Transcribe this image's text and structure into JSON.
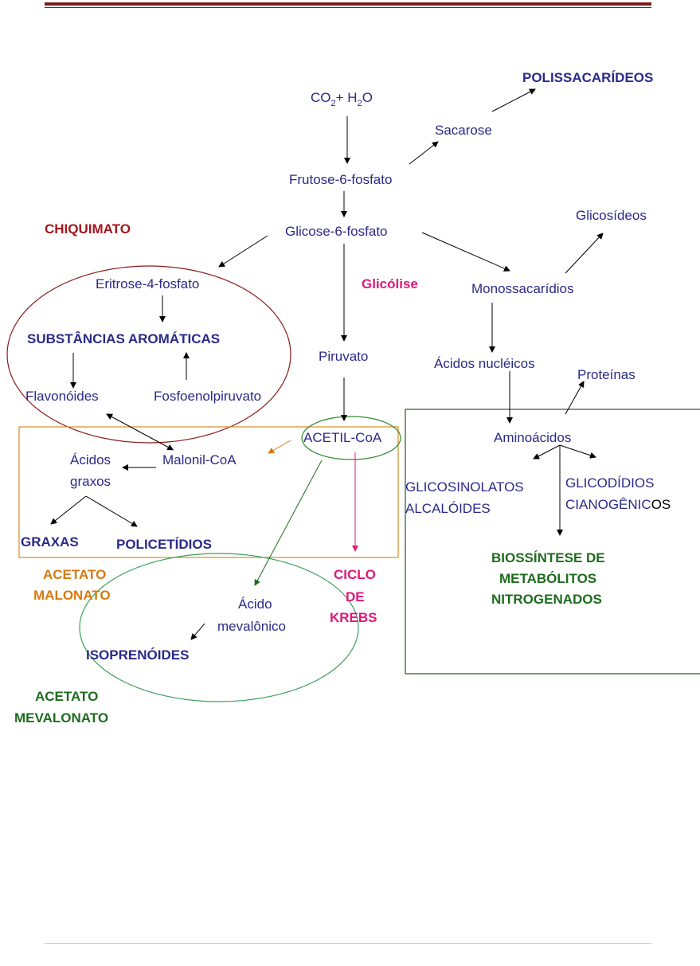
{
  "labels": {
    "co2_prefix": "CO",
    "co2_sub": "2",
    "h2o_mid": "+ H",
    "h2o_sub": "2",
    "h2o_suffix": "O",
    "polissacarideos": "POLISSACARÍDEOS",
    "sacarose": "Sacarose",
    "frutose": "Frutose-6-fosfato",
    "glicose": "Glicose-6-fosfato",
    "glicosideos": "Glicosídeos",
    "chiquimato": "CHIQUIMATO",
    "eritrose": "Eritrose-4-fosfato",
    "glicolise": "Glicólise",
    "monossacaridios": "Monossacarídios",
    "substancias": "SUBSTÂNCIAS AROMÁTICAS",
    "piruvato": "Piruvato",
    "acidos_nucleicos": "Ácidos nucléicos",
    "proteinas": "Proteínas",
    "flavonoides": "Flavonóides",
    "fosfoenol": "Fosfoenolpiruvato",
    "acetil_coa": "ACETIL-CoA",
    "aminoacidos": "Aminoácidos",
    "acidos_line1": "Ácidos",
    "acidos_line2": "graxos",
    "malonil": "Malonil-CoA",
    "glicosinolatos": "GLICOSINOLATOS",
    "alcaloides": "ALCALÓIDES",
    "glicodidios": "GLICODÍDIOS",
    "cianogenic": "CIANOGÊNIC",
    "cianogenic_tail": "OS",
    "graxas": "GRAXAS",
    "policetidios": "POLICETÍDIOS",
    "biossintese_1": "BIOSSÍNTESE DE",
    "biossintese_2": "METABÓLITOS",
    "biossintese_3": "NITROGENADOS",
    "acetato_malonato_1": "ACETATO",
    "acetato_malonato_2": "MALONATO",
    "ciclo_1": "CICLO",
    "ciclo_2": "DE",
    "ciclo_3": "KREBS",
    "acido_mev_1": "Ácido",
    "acido_mev_2": "mevalônico",
    "isoprenoides": "ISOPRENÓIDES",
    "acetato_mevalonato_1": "ACETATO",
    "acetato_mevalonato_2": "MEVALONATO"
  },
  "colors": {
    "node_text": "#2a2a8a",
    "chiquimato": "#a3161c",
    "glicolise": "#e0187a",
    "acetato_malonato": "#d77a10",
    "acetato_mevalonato": "#1e6b1e",
    "header_rule": "#7b1c1c"
  }
}
